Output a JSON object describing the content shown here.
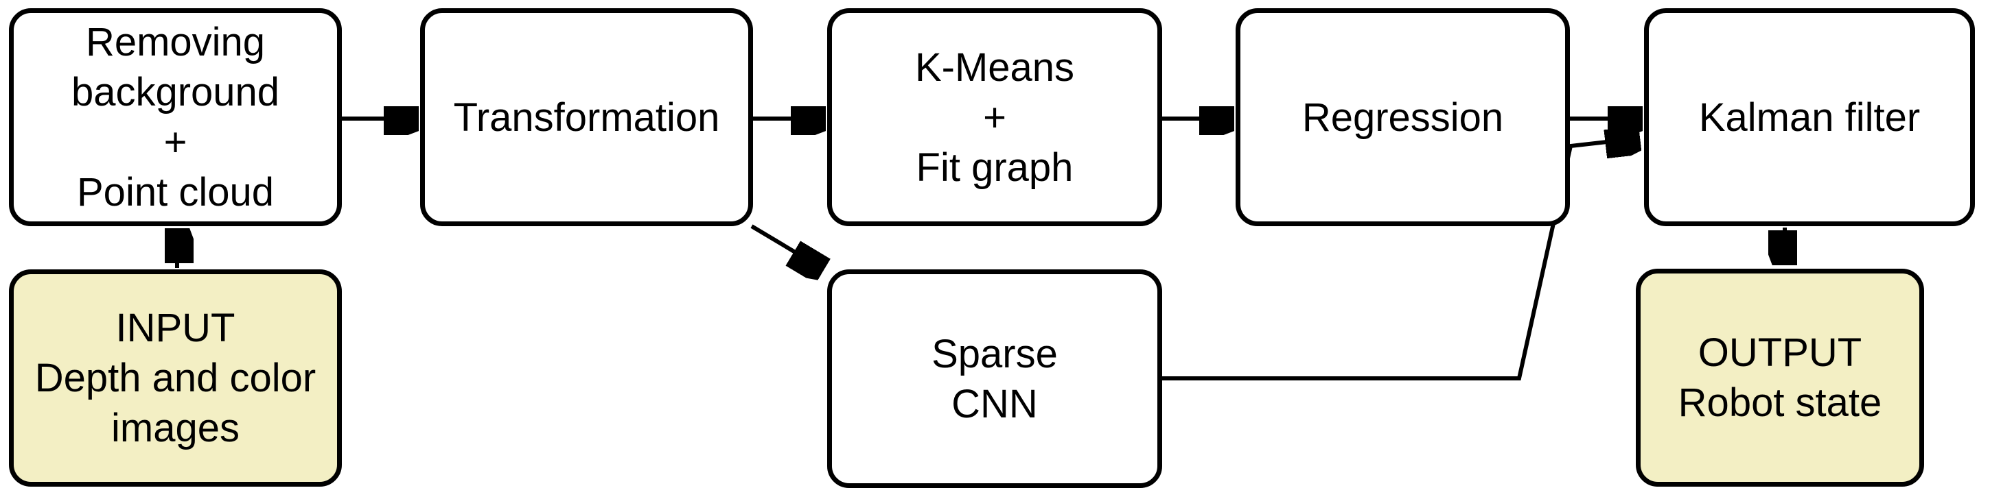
{
  "figure": {
    "type": "flowchart",
    "background": "#FFFFFF",
    "colors": {
      "process_fill": "#FFFFFF",
      "io_fill": "#F3EFC4",
      "border": "#000000",
      "text": "#000000",
      "arrow": "#000000"
    },
    "nodes": [
      {
        "id": "removing-background",
        "label": "Removing\nbackground\n+\nPoint cloud",
        "kind": "process"
      },
      {
        "id": "transformation",
        "label": "Transformation",
        "kind": "process"
      },
      {
        "id": "kmeans-fit-graph",
        "label": "K-Means\n+\nFit graph",
        "kind": "process"
      },
      {
        "id": "regression",
        "label": "Regression",
        "kind": "process"
      },
      {
        "id": "kalman-filter",
        "label": "Kalman filter",
        "kind": "process"
      },
      {
        "id": "input",
        "label": "INPUT\nDepth and color\nimages",
        "kind": "input"
      },
      {
        "id": "sparse-cnn",
        "label": "Sparse\nCNN",
        "kind": "process"
      },
      {
        "id": "output",
        "label": "OUTPUT\nRobot state",
        "kind": "output"
      }
    ],
    "edges": [
      {
        "from": "input",
        "to": "removing-background"
      },
      {
        "from": "removing-background",
        "to": "transformation"
      },
      {
        "from": "transformation",
        "to": "kmeans-fit-graph"
      },
      {
        "from": "transformation",
        "to": "sparse-cnn"
      },
      {
        "from": "kmeans-fit-graph",
        "to": "regression"
      },
      {
        "from": "regression",
        "to": "kalman-filter"
      },
      {
        "from": "sparse-cnn",
        "to": "kalman-filter"
      },
      {
        "from": "kalman-filter",
        "to": "output"
      }
    ]
  }
}
